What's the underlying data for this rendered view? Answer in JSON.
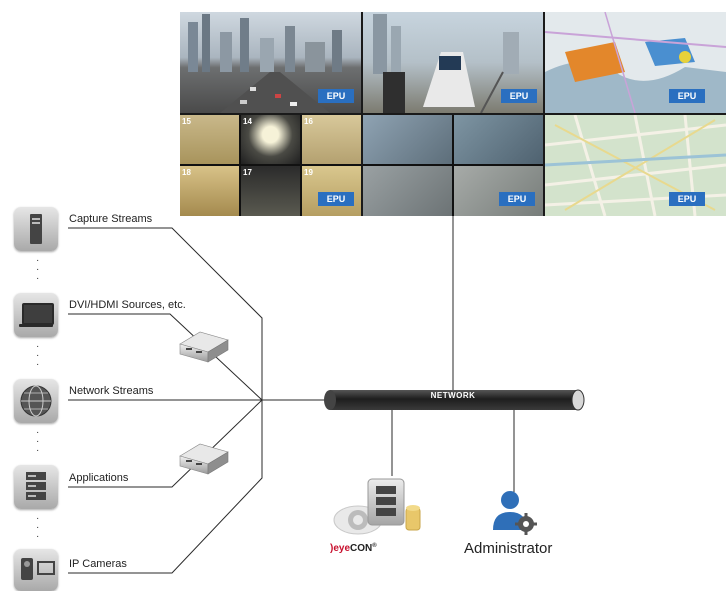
{
  "video_wall": {
    "tile_label": "EPU",
    "camera_numbers": [
      "15",
      "14",
      "16",
      "18",
      "17",
      "19"
    ]
  },
  "sources": [
    {
      "label": "Capture Streams",
      "icon": "pc-tower-icon"
    },
    {
      "label": "DVI/HDMI Sources, etc.",
      "icon": "laptop-icon"
    },
    {
      "label": "Network Streams",
      "icon": "globe-network-icon"
    },
    {
      "label": "Applications",
      "icon": "server-stack-icon"
    },
    {
      "label": "IP Cameras",
      "icon": "ip-camera-icon"
    }
  ],
  "network": {
    "label": "NETWORK"
  },
  "server": {
    "brand_prefix": ")",
    "brand_eye": "eye",
    "brand_con": "CON",
    "brand_mark": "®"
  },
  "admin": {
    "label": "Administrator"
  },
  "colors": {
    "epu_badge": "#2a6fc0",
    "network_tube": "#2b2b2b",
    "admin_icon": "#2f6fb8",
    "brand_red": "#c8102e"
  }
}
